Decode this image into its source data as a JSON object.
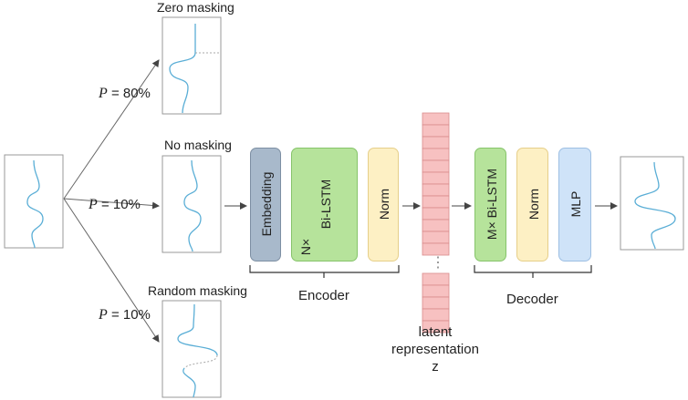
{
  "masking": {
    "zero": {
      "label": "Zero masking",
      "p_symbol": "P",
      "p_text": " = 80%"
    },
    "none": {
      "label": "No masking",
      "p_symbol": "P",
      "p_text": " = 10%"
    },
    "random": {
      "label": "Random masking",
      "p_symbol": "P",
      "p_text": " = 10%"
    }
  },
  "encoder": {
    "embedding": "Embedding",
    "bilstm": "Bi-LSTM",
    "repeat": "N×",
    "norm": "Norm",
    "label": "Encoder"
  },
  "latent": {
    "ellipsis": "⋮",
    "line1": "latent",
    "line2": "representation",
    "line3": "z"
  },
  "decoder": {
    "bilstm": "M× Bi-LSTM",
    "norm": "Norm",
    "mlp": "MLP",
    "label": "Decoder"
  },
  "colors": {
    "embedding": "#a8b9cb",
    "bilstm": "#b6e39b",
    "norm": "#fdf0c4",
    "mlp": "#cfe3f8",
    "latent": "#f7c1c1",
    "waveform": "#5aaed6"
  }
}
